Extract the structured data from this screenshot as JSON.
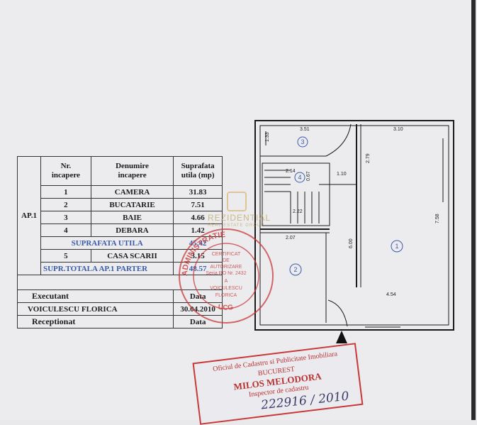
{
  "table": {
    "header": {
      "nr": "Nr.\nincapere",
      "name": "Denumire\nincapere",
      "area": "Suprafata\nutila (mp)"
    },
    "ap_label": "AP.1",
    "rows": [
      {
        "nr": "1",
        "name": "CAMERA",
        "area": "31.83"
      },
      {
        "nr": "2",
        "name": "BUCATARIE",
        "area": "7.51"
      },
      {
        "nr": "3",
        "name": "BAIE",
        "area": "4.66"
      },
      {
        "nr": "4",
        "name": "DEBARA",
        "area": "1.42"
      }
    ],
    "subtotal_label": "SUPRAFATA UTILA",
    "subtotal_value": "45.42",
    "row5": {
      "nr": "5",
      "name": "CASA SCARII",
      "area": "3.15"
    },
    "total_label": "SUPR.TOTALA AP.1 PARTER",
    "total_value": "48.57",
    "executant_label": "Executant",
    "executant_data": "Data",
    "executant_name": "VOICULESCU FLORICA",
    "executant_date": "30.04.2010",
    "receptionat_label": "Receptionat",
    "receptionat_data": "Data"
  },
  "plan": {
    "dims": {
      "top_left": "3.51",
      "top_right": "3.10",
      "left_small": "1.33",
      "right_v": "2.79",
      "mid_a": "2.14",
      "mid_b": "0.67",
      "mid_c": "1.10",
      "stair": "2.22",
      "left_mid": "2.07",
      "center_v": "6.00",
      "far_right_v": "7.58",
      "bottom": "4.54"
    },
    "rooms": [
      "3",
      "4",
      "1",
      "2"
    ]
  },
  "stamp_round": {
    "top": "ADMINISTRATIE",
    "bottom": "UCG",
    "l1": "CERTIFICAT",
    "l2": "DE",
    "l3": "AUTORIZARE",
    "l4": "Seria RO Nr. 2432",
    "l5": "A",
    "l6": "VOICULESCU",
    "l7": "FLORICA"
  },
  "stamp_rect": {
    "l1": "Oficiul de Cadastru si Publicitate Imobiliara",
    "l2": "BUCUREST",
    "name": "MILOS MELODORA",
    "l4": "Inspector de cadastru"
  },
  "handwriting": "222916 / 2010",
  "watermark": {
    "name": "REZIDENTIAL",
    "sub": "REAL ESTATE GROUP"
  },
  "colors": {
    "stamp_red": "#c83838",
    "ink_blue": "#3a5aa8"
  }
}
